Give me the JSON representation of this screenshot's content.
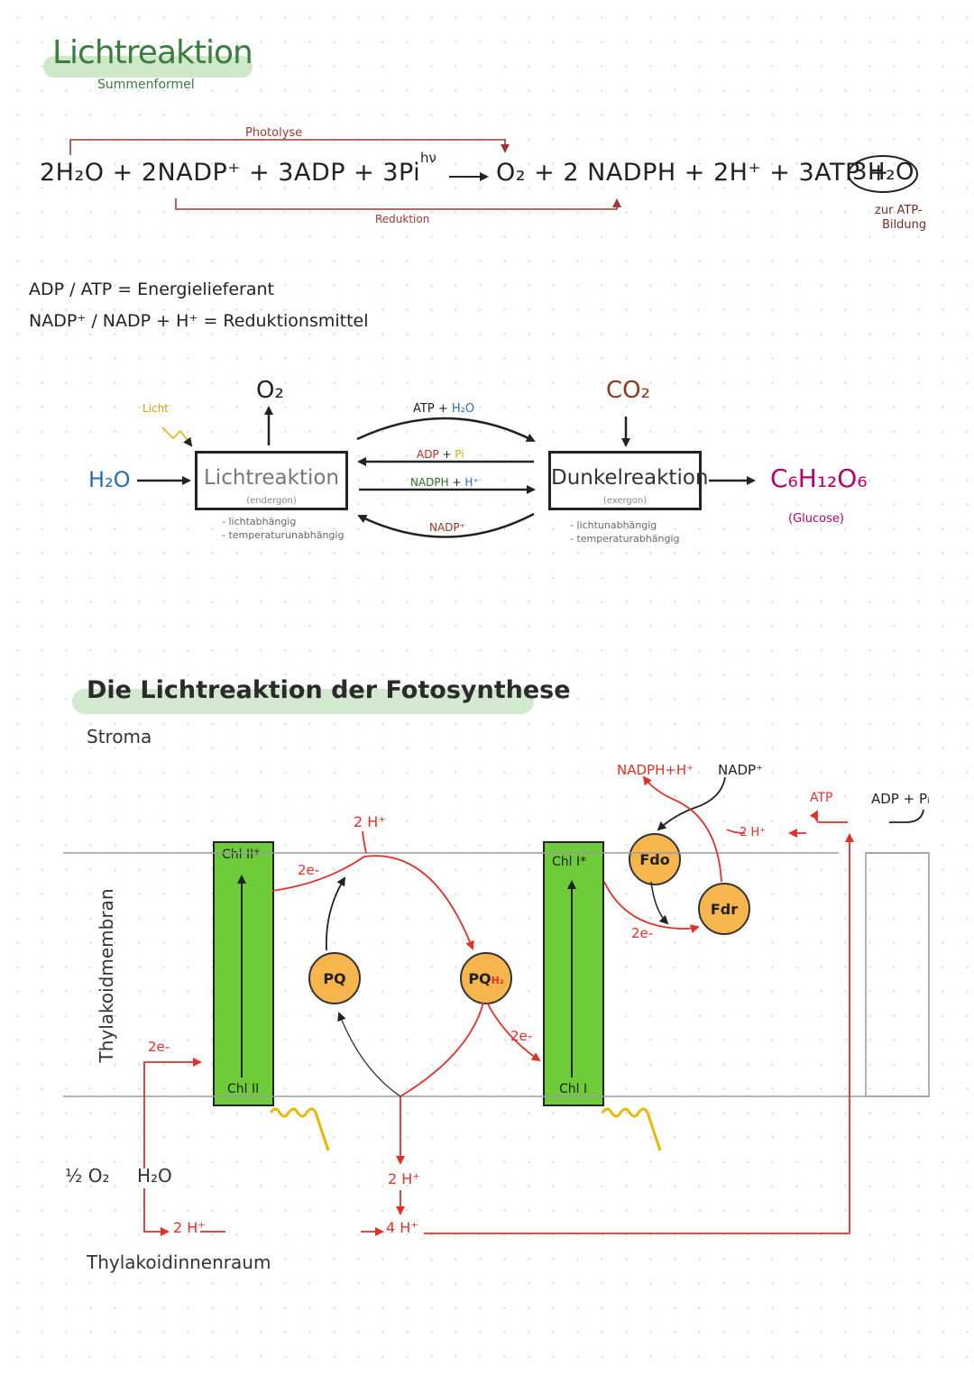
{
  "header": {
    "title": "Lichtreaktion",
    "subtitle": "Summenformel"
  },
  "equation": {
    "left": "2H₂O + 2NADP⁺  +  3ADP + 3Pi",
    "hv": "hν",
    "right": "O₂ + 2 NADPH + 2H⁺  +  3ATP  +",
    "water_circled": "3H₂O",
    "photolyse_label": "Photolyse",
    "reduktion_label": "Reduktion",
    "atp_note_line1": "zur ATP-",
    "atp_note_line2": "Bildung"
  },
  "definitions": [
    "ADP / ATP  =  Energielieferant",
    "NADP⁺ / NADP + H⁺  =  Reduktionsmittel"
  ],
  "overview": {
    "licht": "Licht",
    "h2o": "H₂O",
    "o2": "O₂",
    "co2": "CO₂",
    "light_box": {
      "title": "Lichtreaktion",
      "sub": "(endergon)",
      "notes": [
        "- lichtabhängig",
        "- temperaturunabhängig"
      ]
    },
    "dark_box": {
      "title": "Dunkelreaktion",
      "sub": "(exergon)",
      "notes": [
        "- lichtunabhängig",
        "- temperaturabhängig"
      ]
    },
    "arrows": {
      "atp": "ATP",
      "plus1": "+",
      "h2o": "H₂O",
      "adp": "ADP",
      "plus2": "+",
      "pi": "Pi",
      "nadph": "NADPH",
      "plus3": "+",
      "hplus": "H⁺",
      "nadp": "NADP⁺"
    },
    "glucose_formula": "C₆H₁₂O₆",
    "glucose_label": "(Glucose)"
  },
  "scheme": {
    "title": "Die Lichtreaktion der Fotosynthese",
    "stroma": "Stroma",
    "membrane": "Thylakoidmembran",
    "lumen": "Thylakoidinnenraum",
    "chl2_top": "Chl II*",
    "chl2_bottom": "Chl II",
    "chl1_top": "Chl I*",
    "chl1_bottom": "Chl I",
    "pq": "PQ",
    "pqh2_base": "PQ",
    "pqh2_sub": "H₂",
    "fdo": "Fdo",
    "fdr": "Fdr",
    "nadph": "NADPH+H⁺",
    "nadp": "NADP⁺",
    "atp": "ATP",
    "adp": "ADP + Pᵢ",
    "e_label": "2e-",
    "h_2": "2 H⁺",
    "h_4": "4 H⁺",
    "half_o2": "½ O₂",
    "h2o": "H₂O"
  },
  "colors": {
    "title_green": "#3a7d3f",
    "red_arrows": "#e0312b",
    "chlorophyll": "#6ecb3a",
    "carrier": "#f7b64d",
    "glucose": "#b3006b",
    "co2": "#8b3a20"
  }
}
